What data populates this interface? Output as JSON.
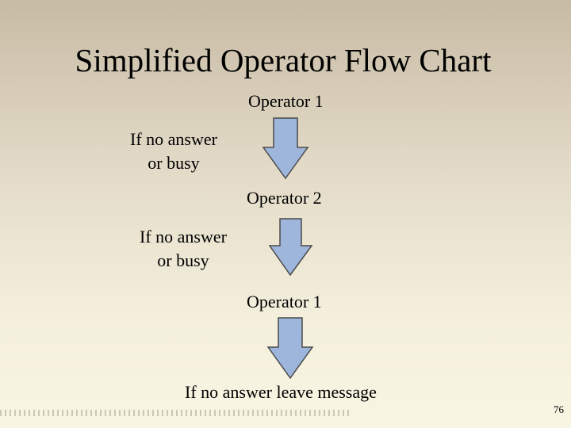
{
  "slide": {
    "title": "Simplified Operator Flow Chart",
    "page_number": "76"
  },
  "flow": {
    "nodes": [
      {
        "label": "Operator 1"
      },
      {
        "label": "Operator 2"
      },
      {
        "label": "Operator 1"
      },
      {
        "label": "If no answer leave message"
      }
    ],
    "conditions": [
      {
        "line1": "If no answer",
        "line2": "or busy"
      },
      {
        "line1": "If no answer",
        "line2": "or busy"
      }
    ]
  },
  "colors": {
    "arrow_fill": "#9fb6dc",
    "arrow_stroke": "#4a4a4a"
  }
}
